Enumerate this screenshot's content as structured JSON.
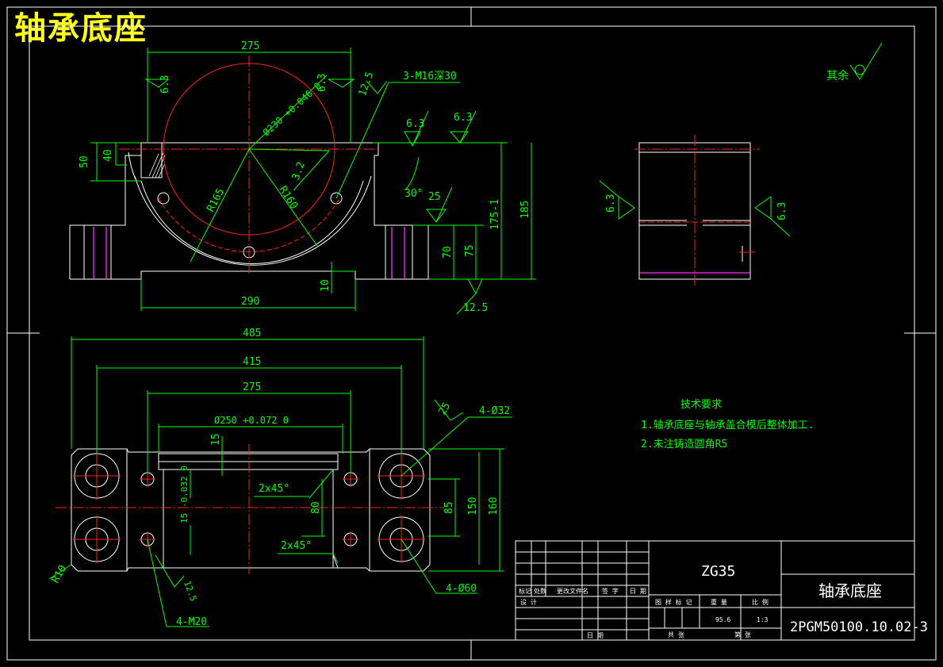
{
  "header_title": "轴承底座",
  "colors": {
    "background": "#000000",
    "frame": "#ffffff",
    "dimension": "#00ff00",
    "center_line": "#ff0000",
    "hidden": "#ff00ff",
    "title_text": "#ffff00"
  },
  "roughness_rest": "其余",
  "front_view": {
    "dims": [
      "275",
      "6.3",
      "6.3",
      "12.5",
      "3-M16深30",
      "6.3",
      "6.3",
      "Ø230 +0.046 0",
      "3.2",
      "R165",
      "R160",
      "30°",
      "25",
      "50",
      "40",
      "70",
      "75",
      "175-1",
      "185",
      "10",
      "290",
      "12.5"
    ]
  },
  "side_view": {
    "roughness": [
      "6.3",
      "6.3"
    ]
  },
  "plan_view": {
    "dims": [
      "485",
      "415",
      "275",
      "Ø250 +0.072 0",
      "15",
      "25",
      "4-Ø32",
      "2x45°",
      "2x45°",
      "80",
      "85",
      "150",
      "160",
      "15 -0.032 0",
      "R10",
      "12.5",
      "4-M20",
      "4-Ø60"
    ]
  },
  "tech_notes": {
    "heading": "技术要求",
    "lines": [
      "1.轴承底座与轴承盖合模后整体加工.",
      "2.未注铸造圆角R5"
    ]
  },
  "title_block": {
    "material": "ZG35",
    "part_name": "轴承底座",
    "drawing_no": "2PGM50100.10.02-3",
    "headers_left": [
      "标记",
      "处数",
      "更改文件名",
      "签 字",
      "日 期"
    ],
    "design": "设 计",
    "date": "日 期",
    "mid_headers": [
      "图 样 标 记",
      "重 量",
      "比 例"
    ],
    "weight": "95.6",
    "scale": "1:3",
    "sheets": "共    张",
    "sheet": "第    张"
  }
}
